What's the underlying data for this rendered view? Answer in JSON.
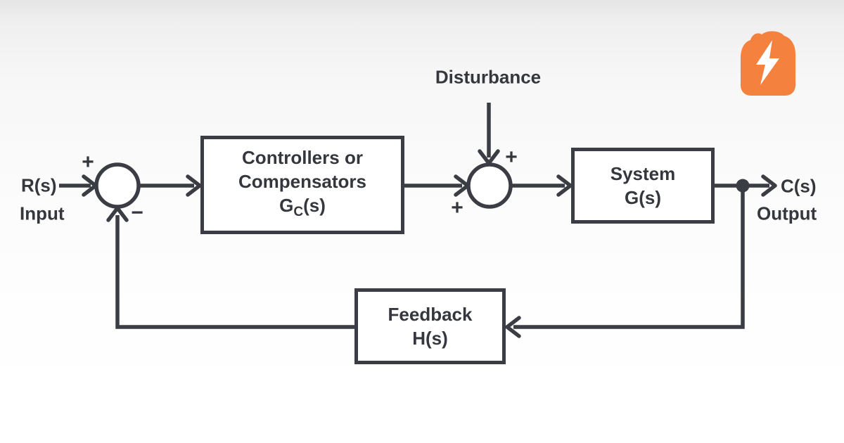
{
  "palette": {
    "stroke": "#3a3d43",
    "text": "#34373d",
    "box_fill": "#ffffff",
    "logo_orange": "#f5813e",
    "logo_bolt": "#ffffff",
    "bg_top": "#e5e5e5",
    "bg_bottom": "#ffffff"
  },
  "icons": {
    "logo": "toast-lightning-logo"
  },
  "diagram": {
    "input": {
      "signal": "R(s)",
      "caption": "Input"
    },
    "output": {
      "signal": "C(s)",
      "caption": "Output"
    },
    "disturbance_label": "Disturbance",
    "sum1": {
      "top_sign": "+",
      "bottom_sign": "−"
    },
    "sum2": {
      "top_sign": "+",
      "left_sign": "+"
    },
    "blocks": {
      "controller": {
        "line1": "Controllers or",
        "line2": "Compensators",
        "tf_base": "G",
        "tf_sub": "C",
        "tf_arg": "(s)"
      },
      "system": {
        "line1": "System",
        "tf": "G(s)"
      },
      "feedback": {
        "line1": "Feedback",
        "tf": "H(s)"
      }
    }
  }
}
